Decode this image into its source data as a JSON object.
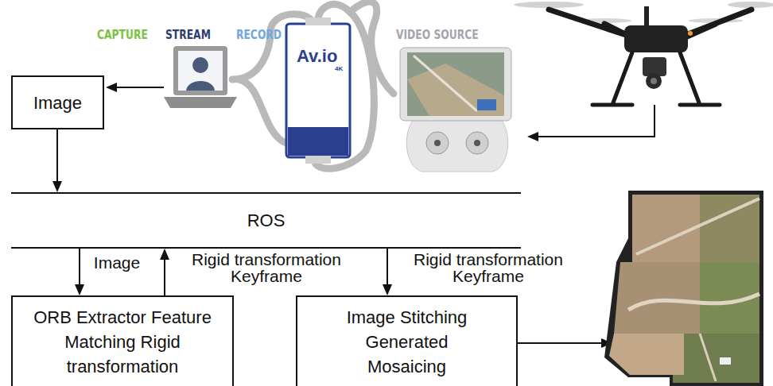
{
  "diagram": {
    "nodes": [
      {
        "text": [
          "Image"
        ]
      },
      {
        "text": [
          "ROS"
        ]
      },
      {
        "text": [
          "ORB Extractor Feature Matching Rigid transformation"
        ]
      },
      {
        "text": [
          "Image Stitching Generated Mosaicing"
        ]
      }
    ],
    "edges": [
      {
        "from": 0,
        "to": 1,
        "arrow": "to"
      },
      {
        "from": 1,
        "to": 2,
        "label": "Image",
        "arrow": "to"
      },
      {
        "from": 2,
        "to": 1,
        "label": "Rigid transformation Keyframe",
        "arrow": "to"
      },
      {
        "from": 1,
        "to": 3,
        "label": "Rigid transformation Keyframe",
        "arrow": "to"
      }
    ],
    "labels": [
      "CAPTURE",
      "STREAM",
      "RECORD",
      "VIDEO SOURCE",
      "Av.io",
      "4K"
    ]
  }
}
